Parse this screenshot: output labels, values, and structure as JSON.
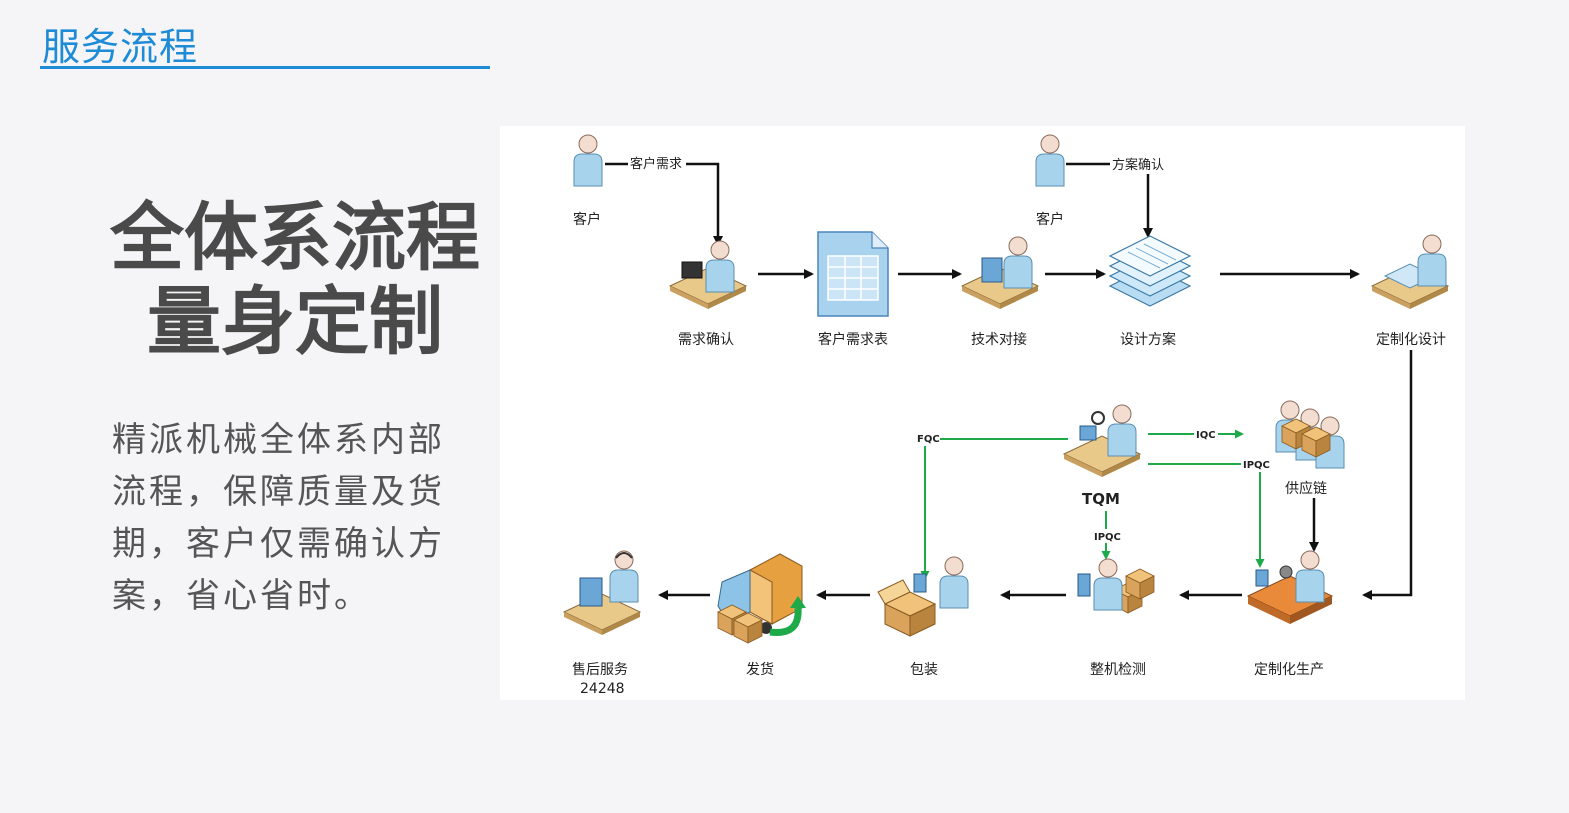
{
  "header": {
    "title": "服务流程",
    "accent_color": "#1e8bd6"
  },
  "headline": {
    "line1": "全体系流程",
    "line2": "量身定制"
  },
  "description": {
    "lines": [
      "精派机械全体系内部",
      "流程，保障质量及货",
      "期，客户仅需确认方",
      "案，省心省时。"
    ]
  },
  "diagram": {
    "nodes": {
      "customer_1": "客户",
      "customer_2": "客户",
      "requirement_confirm": "需求确认",
      "requirement_form": "客户需求表",
      "tech_docking": "技术对接",
      "design_plan": "设计方案",
      "custom_design": "定制化设计",
      "custom_production": "定制化生产",
      "machine_test": "整机检测",
      "packaging": "包装",
      "shipping": "发货",
      "after_sales": "售后服务",
      "after_sales_number": "24248",
      "tqm": "TQM",
      "supply_chain": "供应链"
    },
    "edge_labels": {
      "customer_demand": "客户需求",
      "plan_confirm": "方案确认",
      "fqc": "FQC",
      "iqc": "IQC",
      "ipqc_right": "IPQC",
      "ipqc_down": "IPQC"
    },
    "colors": {
      "qc_arrow": "#1faa4a",
      "flow_arrow": "#111111",
      "figure_shirt": "#a8d3ec",
      "figure_skin": "#f2ddd0",
      "desk": "#e9c98a",
      "box": "#d9a35c",
      "truck": "#e6a040"
    }
  }
}
